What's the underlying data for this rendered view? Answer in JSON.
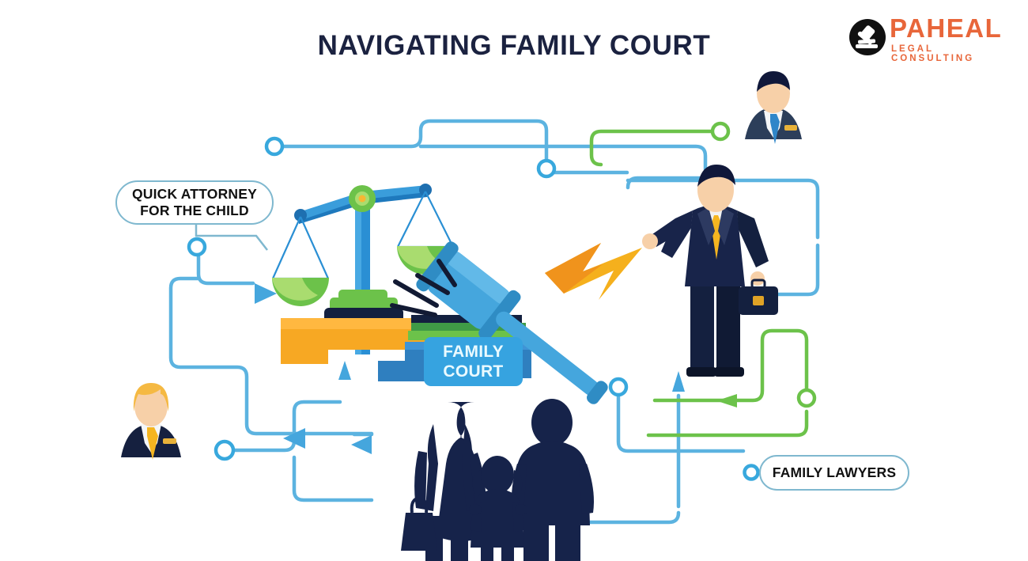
{
  "page": {
    "background": "#ffffff",
    "title": "NAVIGATING FAMILY COURT",
    "title_color": "#1b2240"
  },
  "logo": {
    "name": "PAHEAL",
    "tagline": "LEGAL CONSULTING",
    "color": "#e8663a",
    "mark": "gavel-circle-icon"
  },
  "callouts": [
    {
      "id": "attorney",
      "label": "QUICK ATTORNEY FOR THE CHILD",
      "line1": "QUICK ATTORNEY",
      "line2": "FOR THE CHILD",
      "border": "#7fb8cf"
    },
    {
      "id": "lawyers",
      "label": "FAMILY LAWYERS",
      "border": "#7fb8cf"
    }
  ],
  "sign": {
    "line1": "FAMILY",
    "line2": "COURT",
    "background": "#36a3e0",
    "text_color": "#eafaff"
  },
  "illustration": {
    "scales_of_justice": {
      "beam": "#2a8fd4",
      "pans": "#6cc24a",
      "base": "#f7a823",
      "hub": "#6cc24a"
    },
    "gavel": {
      "color": "#45a6dd",
      "impact_lines": "#101828"
    },
    "lightning_bolt": {
      "color": "#f5b01d",
      "accent": "#f08c1e"
    },
    "lawyer_figure": {
      "suit": "#15203f",
      "tie": "#f5b520",
      "skin": "#f5ceа2",
      "briefcase": "#15203f"
    },
    "avatar_male": {
      "hair": "#10183a",
      "suit": "#2c3e5a",
      "tie": "#2f86c9",
      "badge": "#e8b23a"
    },
    "avatar_female": {
      "hair": "#f5b942",
      "suit": "#15203f",
      "tie": "#f5b520",
      "badge": "#e8b23a"
    },
    "family_silhouette": {
      "color": "#16234a",
      "members": [
        "mother-with-handbag",
        "child",
        "father"
      ]
    },
    "circuit_traces": {
      "blue": "#5cb3e0",
      "green": "#6cc24a",
      "node_fill": "#ffffff"
    }
  }
}
